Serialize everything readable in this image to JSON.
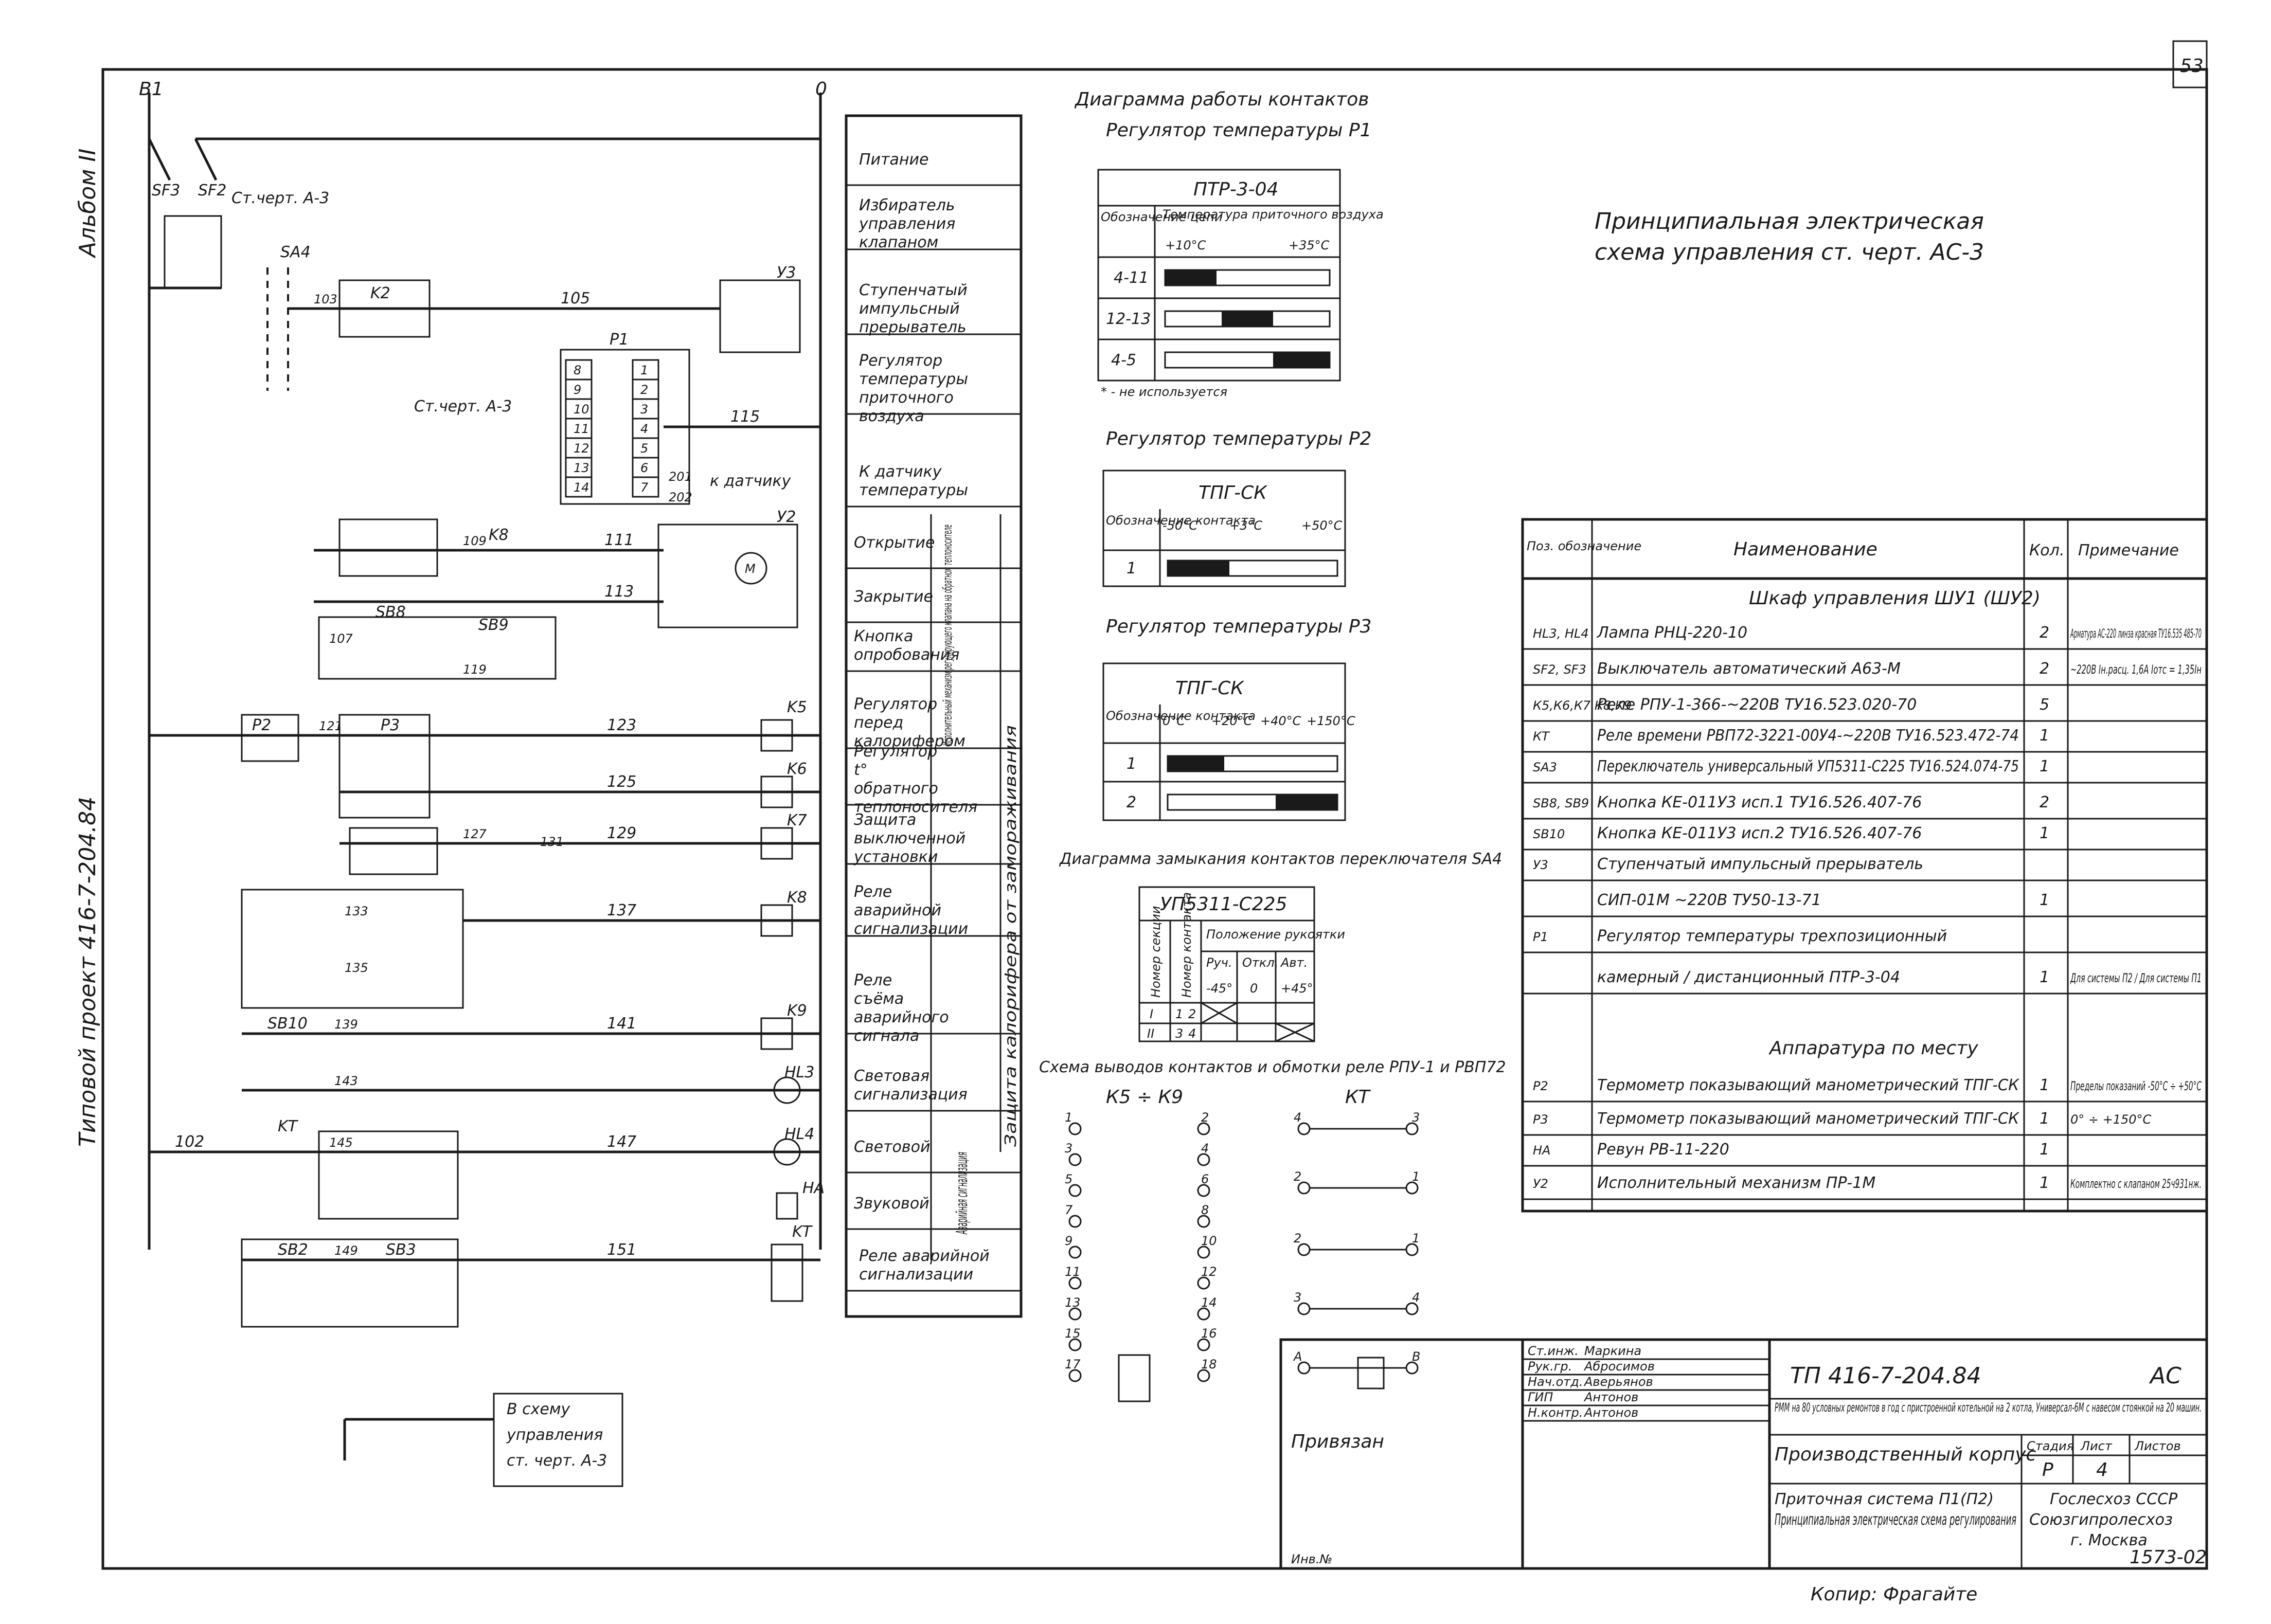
{
  "sheet": {
    "number": "53",
    "album": "Альбом II",
    "side_project": "Типовой проект 416-7-204.84",
    "bottom_copy": "Копир: Фрагайте",
    "archive_no": "1573-02"
  },
  "schematic": {
    "bus_left": "В1",
    "bus_right": "0",
    "ref_note": "Ст.черт. А-3",
    "ref_note2": "Ст.черт. А-3",
    "to_sensor": "к датчику",
    "components": {
      "sf3": "SF3",
      "sf2": "SF2",
      "sa4": "SA4",
      "k2": "K2",
      "k5": "K5",
      "k6": "K6",
      "k7": "K7",
      "k8": "K8",
      "k9": "K9",
      "kt": "KT",
      "p1": "P1",
      "p2": "P2",
      "p3": "P3",
      "y2": "У2",
      "y3": "У3",
      "sb8": "SB8",
      "sb9": "SB9",
      "sb10": "SB10",
      "sb2": "SB2",
      "sb3": "SB3",
      "hl3": "HL3",
      "hl4": "HL4",
      "ha": "HA",
      "m": "M"
    },
    "wires": [
      "105",
      "115",
      "111",
      "113",
      "123",
      "125",
      "129",
      "137",
      "141",
      "147",
      "151",
      "103",
      "121",
      "127",
      "133",
      "135",
      "139",
      "143",
      "145",
      "149",
      "102",
      "107",
      "109",
      "119",
      "131",
      "201",
      "202"
    ],
    "p1_terminals_left": [
      "8",
      "9",
      "10",
      "11",
      "12",
      "13",
      "14"
    ],
    "p1_terminals_right": [
      "1",
      "2",
      "3",
      "4",
      "5",
      "6",
      "7"
    ],
    "note_box": [
      "В схему",
      "управления",
      "ст. черт. А-3"
    ]
  },
  "functions": [
    {
      "label": "Питание"
    },
    {
      "label": "Избиратель управления клапаном"
    },
    {
      "label": "Ступенчатый импульсный прерыватель"
    },
    {
      "label": "Регулятор температуры приточного воздуха"
    },
    {
      "label": "К датчику температуры"
    },
    {
      "label": "Открытие"
    },
    {
      "label": "Закрытие"
    },
    {
      "label": "Кнопка опробования"
    },
    {
      "label": "Регулятор перед калорифером"
    },
    {
      "label": "Регулятор t° обратного теплоносителя"
    },
    {
      "label": "Защита выключенной установки"
    },
    {
      "label": "Реле аварийной сигнализации"
    },
    {
      "label": "Реле съёма аварийного сигнала"
    },
    {
      "label": "Световая сигнализация"
    },
    {
      "label": "Световой"
    },
    {
      "label": "Звуковой"
    },
    {
      "label": "Реле аварийной сигнализации"
    }
  ],
  "function_groups": {
    "actuator": "Исполнительный механизм регулирующего клапана на обратном теплоносителе",
    "freeze": "Защита калорифера от замораживания",
    "alarm": "Аварийная сигнализация"
  },
  "contact_diagrams": {
    "title": "Диаграмма работы контактов",
    "p1": {
      "title": "Регулятор температуры Р1",
      "model": "ПТР-3-04",
      "col_head": "Обозначение цепи",
      "temp_head": "Температура приточного воздуха",
      "t_min": "+10°С",
      "t_max": "+35°С",
      "rows": [
        "4-11",
        "12-13",
        "4-5"
      ],
      "footnote": "* - не используется"
    },
    "p2": {
      "title": "Регулятор температуры Р2",
      "model": "ТПГ-СК",
      "col_head": "Обозначение контакта",
      "ticks": [
        "-50°С",
        "+3°С",
        "+50°С"
      ],
      "rows": [
        "1"
      ]
    },
    "p3": {
      "title": "Регулятор температуры Р3",
      "model": "ТПГ-СК",
      "col_head": "Обозначение контакта",
      "ticks": [
        "0°С",
        "+20°С",
        "+40°С",
        "+150°С"
      ],
      "rows": [
        "1",
        "2"
      ]
    },
    "sa4": {
      "title": "Диаграмма замыкания контактов переключателя SA4",
      "model": "УП5311-С225",
      "head_section": "Номер секции",
      "head_contact": "Номер контакта",
      "head_pos": "Положение рукоятки",
      "positions": [
        "Руч.",
        "Откл.",
        "Авт."
      ],
      "angles": [
        "-45°",
        "0",
        "+45°"
      ],
      "rows": [
        [
          "I",
          "1",
          "2"
        ],
        [
          "II",
          "3",
          "4"
        ]
      ]
    },
    "relay": {
      "title": "Схема выводов контактов и обмотки реле РПУ-1 и РВП72",
      "left": "К5 ÷ К9",
      "right": "КТ",
      "left_pins": [
        "1",
        "2",
        "3",
        "4",
        "5",
        "6",
        "7",
        "8",
        "9",
        "10",
        "11",
        "12",
        "13",
        "14",
        "15",
        "16",
        "17",
        "18"
      ],
      "right_pins": [
        "4",
        "3",
        "2",
        "1",
        "2",
        "1",
        "3",
        "4",
        "А",
        "В"
      ]
    }
  },
  "main_title": [
    "Принципиальная электрическая",
    "схема управления  ст. черт. АС-3"
  ],
  "spec_table": {
    "headers": [
      "Поз. обозначение",
      "Наименование",
      "Кол.",
      "Примечание"
    ],
    "sections": {
      "cabinet": "Шкаф управления ШУ1 (ШУ2)",
      "field": "Аппаратура по месту"
    },
    "rows": [
      {
        "pos": "HL3, HL4",
        "name": "Лампа РНЦ-220-10",
        "qty": "2",
        "note": "Арматура АС-220 линза красная ТУ16.535 485-70"
      },
      {
        "pos": "SF2, SF3",
        "name": "Выключатель автоматический А63-М",
        "qty": "2",
        "note": "~220В Iн.расц. 1,6А Iотс = 1,35Iн"
      },
      {
        "pos": "К5,К6,К7 К8,К9",
        "name": "Реле РПУ-1-366-~220В ТУ16.523.020-70",
        "qty": "5",
        "note": ""
      },
      {
        "pos": "КТ",
        "name": "Реле времени РВП72-3221-00У4-~220В ТУ16.523.472-74",
        "qty": "1",
        "note": ""
      },
      {
        "pos": "SA3",
        "name": "Переключатель универсальный УП5311-С225 ТУ16.524.074-75",
        "qty": "1",
        "note": ""
      },
      {
        "pos": "SB8, SB9",
        "name": "Кнопка КЕ-011У3 исп.1  ТУ16.526.407-76",
        "qty": "2",
        "note": ""
      },
      {
        "pos": "SB10",
        "name": "Кнопка КЕ-011У3 исп.2  ТУ16.526.407-76",
        "qty": "1",
        "note": ""
      },
      {
        "pos": "У3",
        "name": "Ступенчатый импульсный прерыватель",
        "qty": "",
        "note": ""
      },
      {
        "pos": "",
        "name": "СИП-01М ~220В ТУ50-13-71",
        "qty": "1",
        "note": ""
      },
      {
        "pos": "Р1",
        "name": "Регулятор температуры трехпозиционный",
        "qty": "",
        "note": ""
      },
      {
        "pos": "",
        "name": "камерный / дистанционный     ПТР-3-04",
        "qty": "1",
        "note": "Для системы П2 / Для системы П1"
      },
      {
        "pos": "Р2",
        "name": "Термометр показывающий манометрический ТПГ-СК",
        "qty": "1",
        "note": "Пределы показаний -50°С ÷ +50°С"
      },
      {
        "pos": "Р3",
        "name": "Термометр показывающий манометрический ТПГ-СК",
        "qty": "1",
        "note": "0° ÷ +150°С"
      },
      {
        "pos": "НА",
        "name": "Ревун  РВ-11-220",
        "qty": "1",
        "note": ""
      },
      {
        "pos": "У2",
        "name": "Исполнительный механизм ПР-1М",
        "qty": "1",
        "note": "Комплектно с клапаном 25ч931нж."
      }
    ]
  },
  "title_block": {
    "doc_no": "ТП 416-7-204.84",
    "mark": "АС",
    "description": "РММ на 80 условных ремонтов в год с пристроенной котельной на 2 котла, Универсал-6М с навесом стоянкой на 20 машин.",
    "object": "Производственный корпус",
    "sheet_name": [
      "Приточная система П1(П2)",
      "Принципиальная электрическая схема регулирования"
    ],
    "org": [
      "Гослесхоз СССР",
      "Союзгипролесхоз",
      "г. Москва"
    ],
    "stage_label": "Стадия",
    "sheet_label": "Лист",
    "sheets_label": "Листов",
    "stage": "Р",
    "sheet": "4",
    "signers": [
      {
        "role": "Ст.инж.",
        "name": "Маркина"
      },
      {
        "role": "Рук.гр.",
        "name": "Абросимов"
      },
      {
        "role": "Нач.отд.",
        "name": "Аверьянов"
      },
      {
        "role": "ГИП",
        "name": "Антонов"
      },
      {
        "role": "Н.контр.",
        "name": "Антонов"
      }
    ],
    "privyazan": "Привязан",
    "inv_no": "Инв.№"
  },
  "colors": {
    "ink": "#1a1a1a",
    "paper": "#ffffff"
  }
}
